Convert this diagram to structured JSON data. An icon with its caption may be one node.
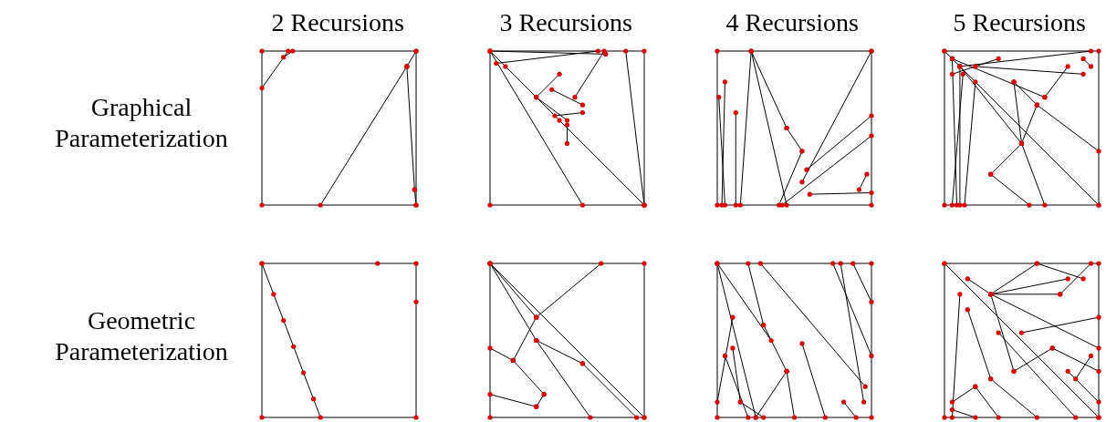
{
  "diagram": {
    "labels": [
      "2 Recursions",
      "3 Recursions",
      "4 Recursions",
      "5 Recursions",
      "Graphical Parameterization",
      "Geometric Parameterization"
    ]
  }
}
